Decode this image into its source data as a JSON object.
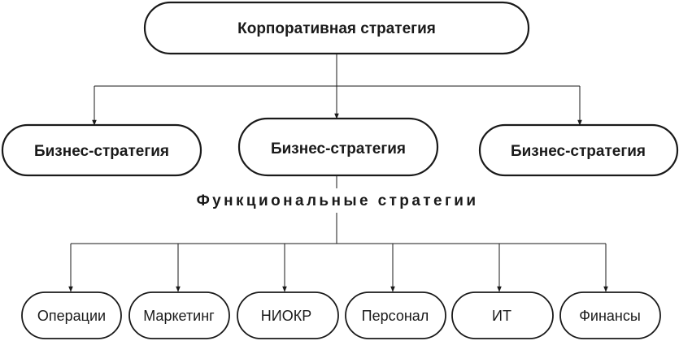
{
  "corporate": {
    "label": "Корпоративная стратегия"
  },
  "business": [
    {
      "label": "Бизнес-стратегия"
    },
    {
      "label": "Бизнес-стратегия"
    },
    {
      "label": "Бизнес-стратегия"
    }
  ],
  "functional_title": "Функциональные стратегии",
  "functions": [
    {
      "label": "Операции"
    },
    {
      "label": "Маркетинг"
    },
    {
      "label": "НИОКР"
    },
    {
      "label": "Персонал"
    },
    {
      "label": "ИТ"
    },
    {
      "label": "Финансы"
    }
  ]
}
